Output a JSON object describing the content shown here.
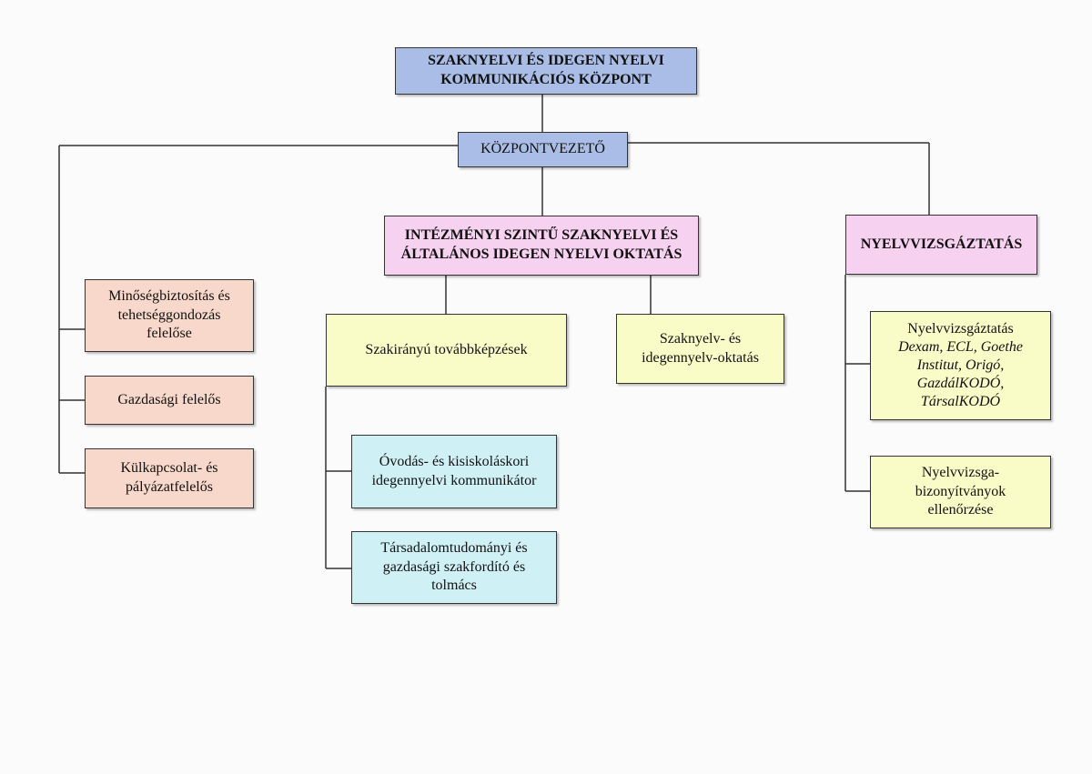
{
  "nodes": {
    "root": [
      "SZAKNYELVI ÉS IDEGEN NYELVI",
      "KOMMUNIKÁCIÓS KÖZPONT"
    ],
    "director": "KÖZPONTVEZETŐ",
    "education": [
      "INTÉZMÉNYI SZINTŰ SZAKNYELVI ÉS",
      "ÁLTALÁNOS IDEGEN NYELVI OKTATÁS"
    ],
    "exams": "NYELVVIZSGÁZTATÁS",
    "quality": [
      "Minőségbiztosítás és",
      "tehetséggondozás",
      "felelőse"
    ],
    "economic": "Gazdasági felelős",
    "external": [
      "Külkapcsolat- és",
      "pályázatfelelős"
    ],
    "specialized": "Szakirányú továbbképzések",
    "language_teaching": [
      "Szaknyelv- és",
      "idegennyelv-oktatás"
    ],
    "kindergarten": [
      "Óvodás- és kisiskoláskori",
      "idegennyelvi kommunikátor"
    ],
    "translator": [
      "Társadalomtudományi és",
      "gazdasági szakfordító és",
      "tolmács"
    ],
    "exam_types": {
      "title": "Nyelvvizsgáztatás",
      "list": [
        "Dexam, ECL, Goethe",
        "Institut, Origó,",
        "GazdálKODÓ,",
        "TársalKODÓ"
      ]
    },
    "cert_check": [
      "Nyelvvizsga-",
      "bizonyítványok",
      "ellenőrzése"
    ]
  }
}
